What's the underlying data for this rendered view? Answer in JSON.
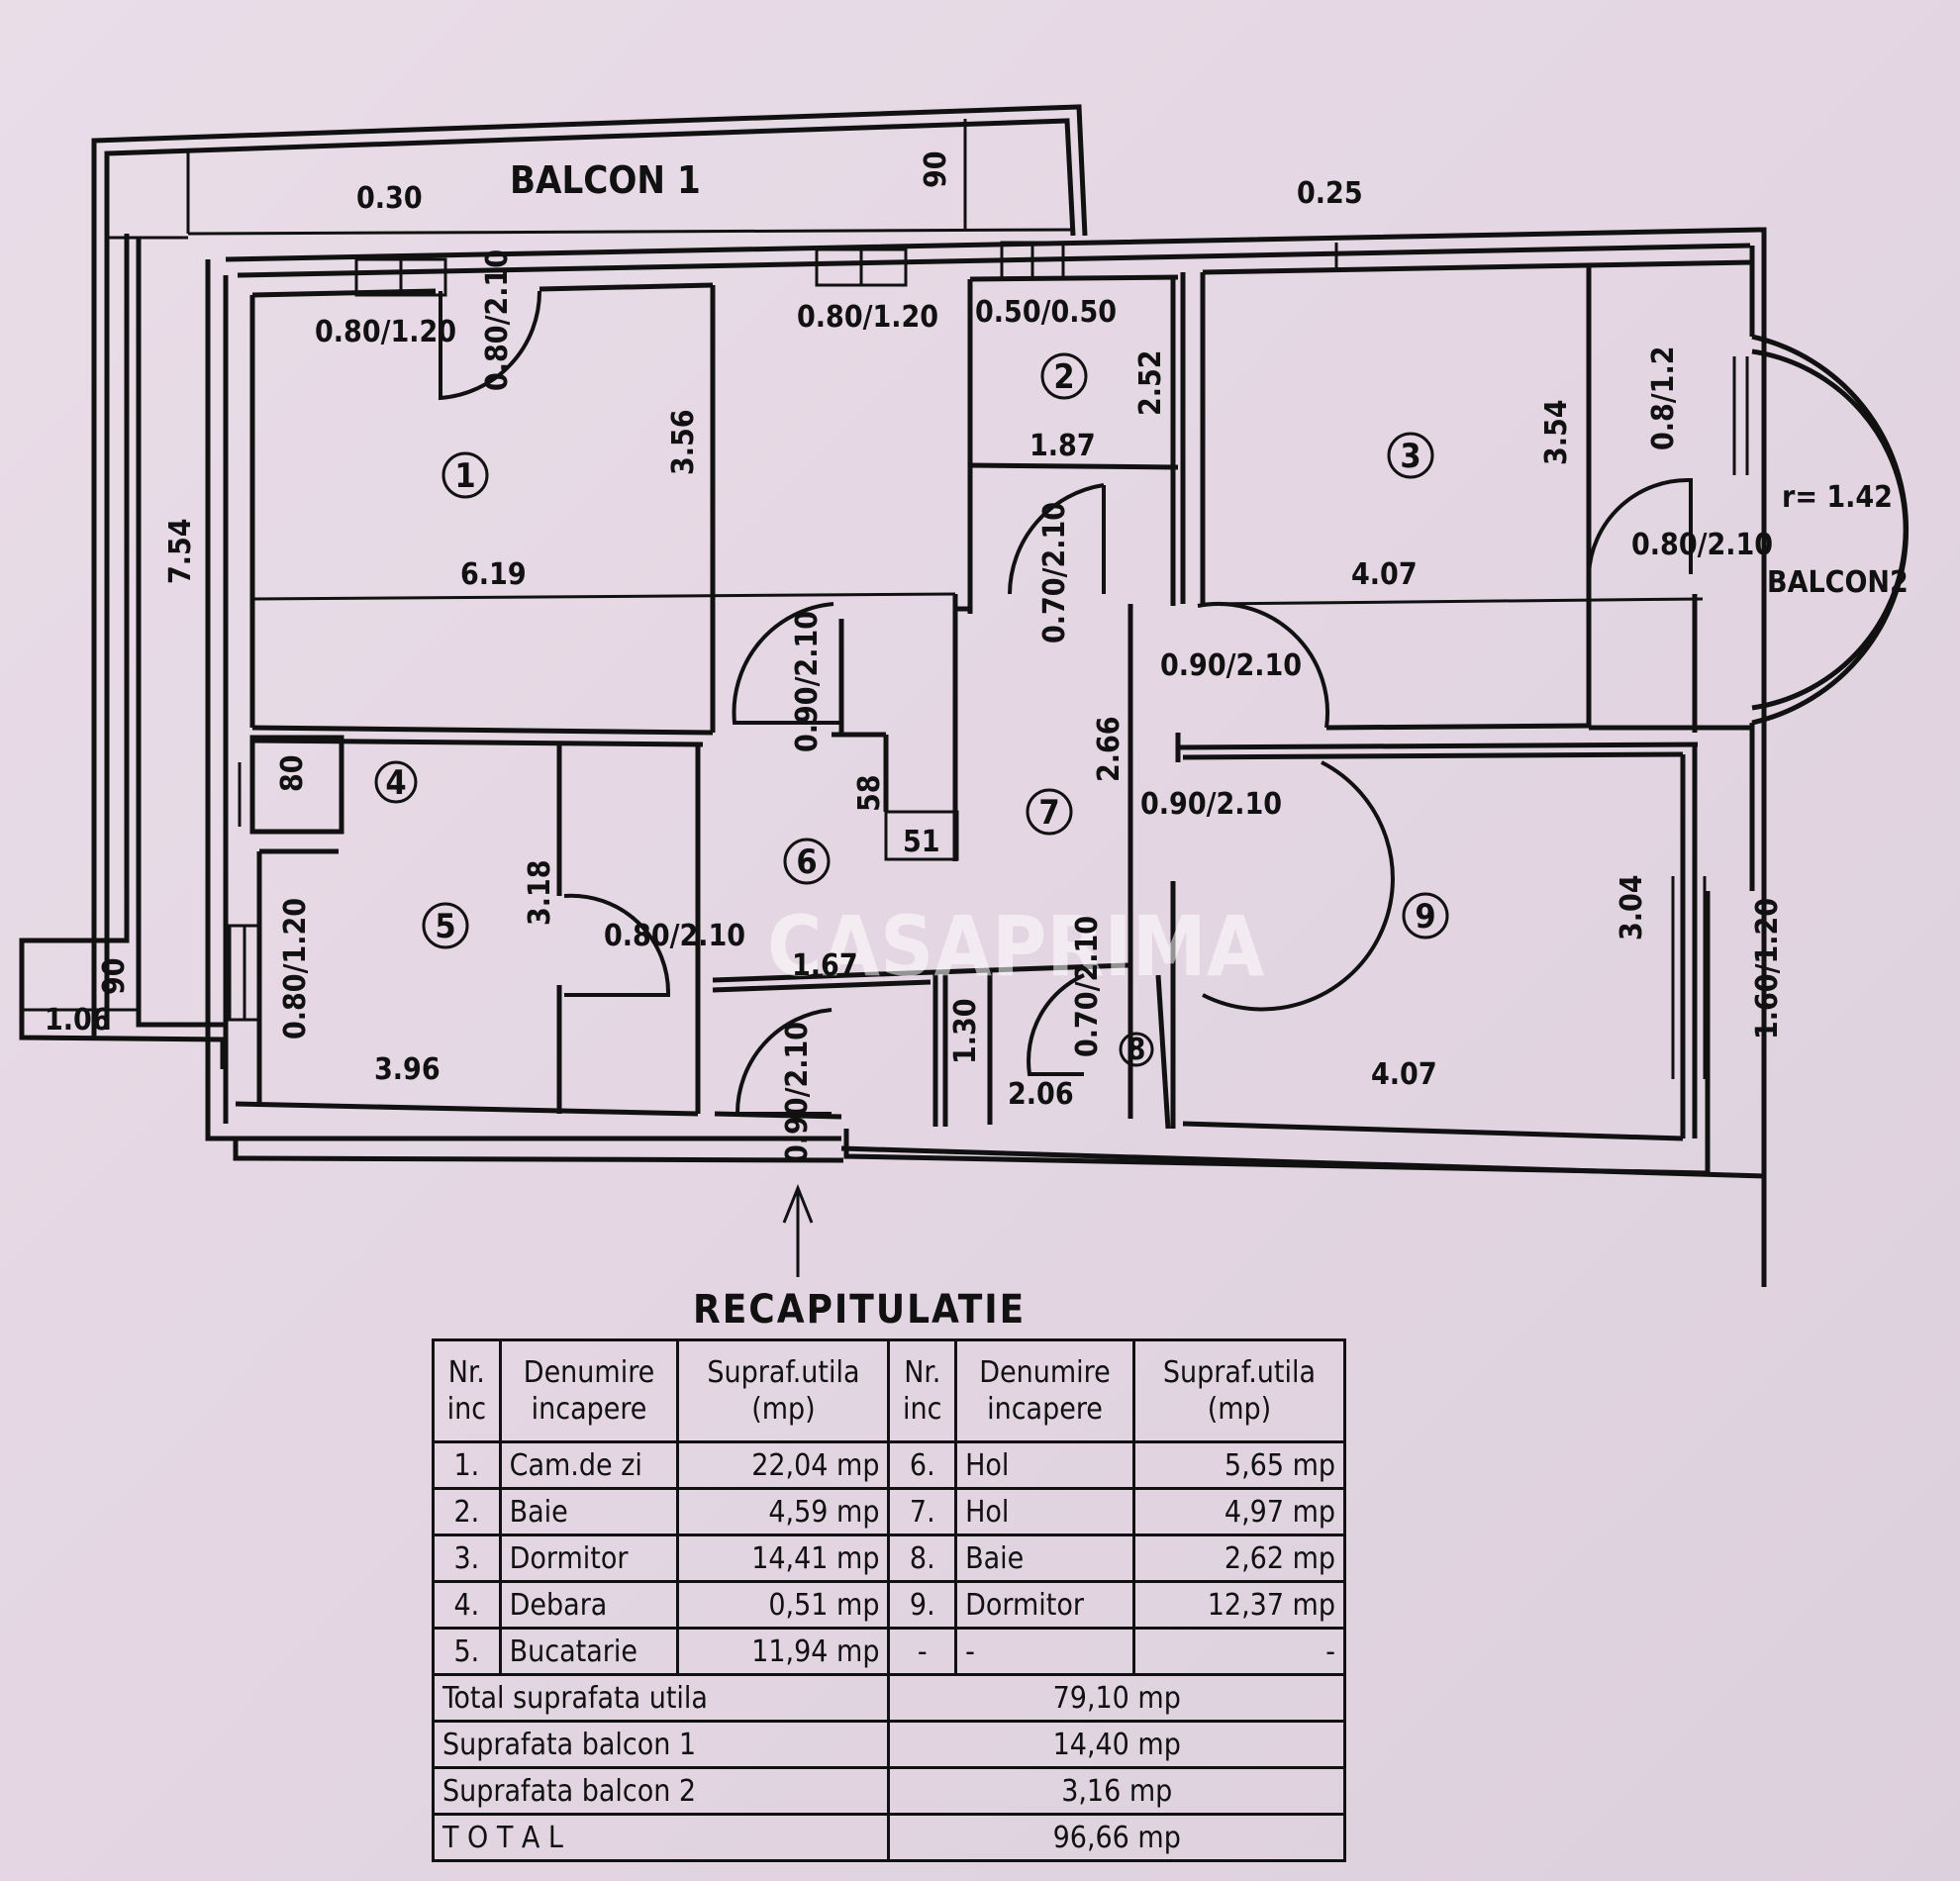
{
  "plan": {
    "balcony1_label": "BALCON 1",
    "balcony2_label": "BALCON2",
    "watermark": "CASAPRIMA",
    "radius_label": "r= 1.42",
    "room_numbers": [
      "1",
      "2",
      "3",
      "4",
      "5",
      "6",
      "7",
      "8",
      "9"
    ],
    "dims": {
      "d030": "0.30",
      "d90_top": "90",
      "d025": "0.25",
      "d754": "7.54",
      "r1_window": "0.80/1.20",
      "r1_door": "0.80/2.10",
      "kitchen_window_top": "0.80/1.20",
      "r2_window": "0.50/0.50",
      "r2_height": "2.52",
      "r2_width": "1.87",
      "r1_height": "3.56",
      "r1_width": "6.19",
      "r3_height": "3.54",
      "r3_width": "4.07",
      "b2_window": "0.8/1.2",
      "b2_door": "0.80/2.10",
      "hall6_door": "0.90/2.10",
      "hall7_door": "0.70/2.10",
      "r3_door": "0.90/2.10",
      "r9_door": "0.90/2.10",
      "hall7_height": "2.66",
      "d58": "58",
      "d51": "51",
      "d80": "80",
      "r5_height": "3.18",
      "r5_window": "0.80/1.20",
      "r5_door": "0.80/2.10",
      "r5_width": "3.96",
      "d167": "1.67",
      "entry_door": "0.90/2.10",
      "r8_height": "1.30",
      "r8_width": "2.06",
      "r8_door": "0.70/2.10",
      "r9_height": "3.04",
      "r9_width": "4.07",
      "r9_window": "1.60/1.20",
      "d106": "1.06",
      "d90_left": "90"
    }
  },
  "recap": {
    "title": "RECAPITULATIE",
    "headers": {
      "nr": "Nr. inc",
      "name": "Denumire incapere",
      "area": "Supraf.utila (mp)"
    },
    "rows": [
      {
        "n1": "1.",
        "name1": "Cam.de zi",
        "area1": "22,04 mp",
        "n2": "6.",
        "name2": "Hol",
        "area2": "5,65 mp"
      },
      {
        "n1": "2.",
        "name1": "Baie",
        "area1": "4,59 mp",
        "n2": "7.",
        "name2": "Hol",
        "area2": "4,97 mp"
      },
      {
        "n1": "3.",
        "name1": "Dormitor",
        "area1": "14,41 mp",
        "n2": "8.",
        "name2": "Baie",
        "area2": "2,62 mp"
      },
      {
        "n1": "4.",
        "name1": "Debara",
        "area1": "0,51 mp",
        "n2": "9.",
        "name2": "Dormitor",
        "area2": "12,37 mp"
      },
      {
        "n1": "5.",
        "name1": "Bucatarie",
        "area1": "11,94 mp",
        "n2": "-",
        "name2": "-",
        "area2": "-"
      }
    ],
    "totals": [
      {
        "label": "Total suprafata utila",
        "value": "79,10 mp"
      },
      {
        "label": "Suprafata balcon 1",
        "value": "14,40 mp"
      },
      {
        "label": "Suprafata balcon 2",
        "value": "3,16 mp"
      },
      {
        "label": "T O T A L",
        "value": "96,66 mp"
      }
    ]
  }
}
